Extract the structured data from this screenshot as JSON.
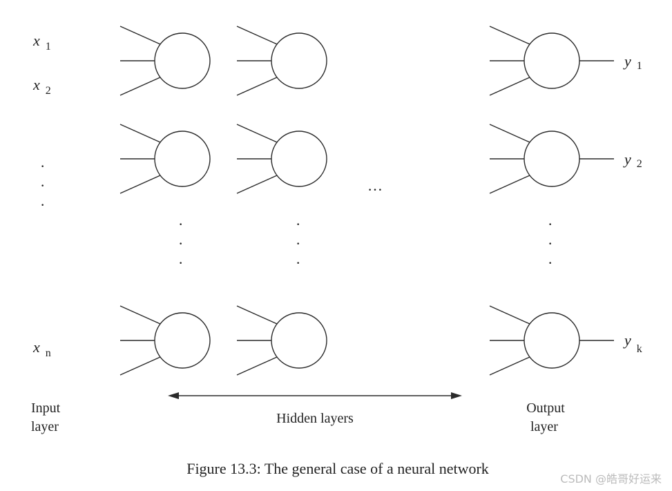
{
  "inputs": [
    {
      "symbol": "x",
      "index": "1"
    },
    {
      "symbol": "x",
      "index": "2"
    },
    {
      "symbol": "x",
      "index": "n"
    }
  ],
  "outputs": [
    {
      "symbol": "y",
      "index": "1"
    },
    {
      "symbol": "y",
      "index": "2"
    },
    {
      "symbol": "y",
      "index": "k"
    }
  ],
  "labels": {
    "input_layer_line1": "Input",
    "input_layer_line2": "layer",
    "hidden_layers": "Hidden layers",
    "output_layer_line1": "Output",
    "output_layer_line2": "layer"
  },
  "caption": "Figure 13.3: The general case of a neural network",
  "watermark": "CSDN @皓哥好运来",
  "ellipsis_horizontal": "…",
  "ellipsis_dot": "·"
}
